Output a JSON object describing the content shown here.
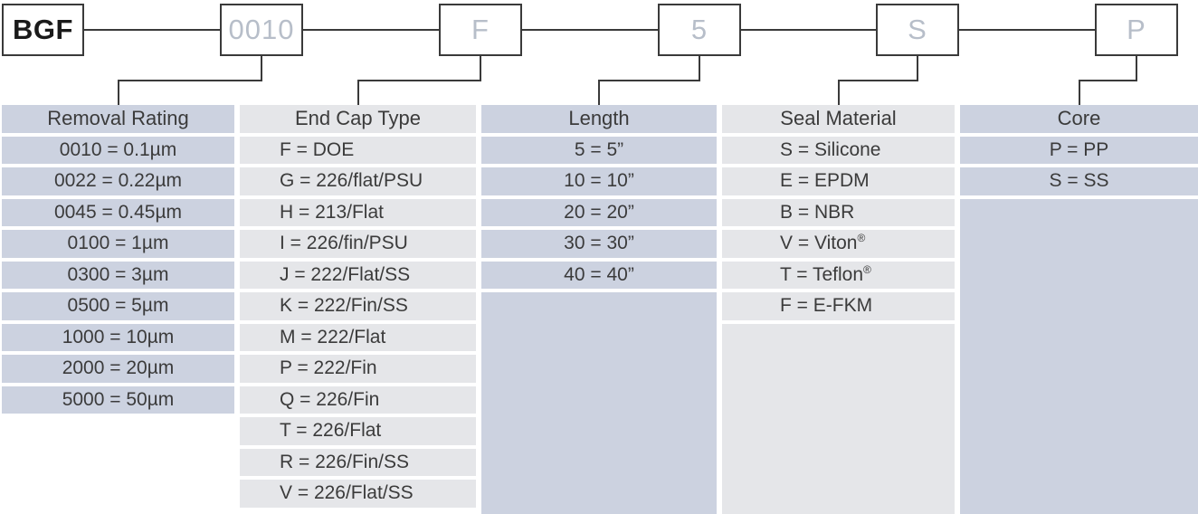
{
  "part_code": {
    "prefix": "BGF",
    "codes": [
      "0010",
      "F",
      "5",
      "S",
      "P"
    ]
  },
  "columns": [
    {
      "header": "Removal Rating",
      "tone": "blue",
      "align": "center",
      "fill_below": false,
      "options": [
        "0010 = 0.1µm",
        "0022 = 0.22µm",
        "0045 = 0.45µm",
        "0100 = 1µm",
        "0300 = 3µm",
        "0500 = 5µm",
        "1000 = 10µm",
        "2000 = 20µm",
        "5000 = 50µm"
      ]
    },
    {
      "header": "End Cap Type",
      "tone": "gray",
      "align": "left",
      "fill_below": false,
      "options": [
        "F = DOE",
        "G = 226/flat/PSU",
        "H = 213/Flat",
        "I = 226/fin/PSU",
        "J = 222/Flat/SS",
        "K = 222/Fin/SS",
        "M = 222/Flat",
        "P = 222/Fin",
        "Q = 226/Fin",
        "T = 226/Flat",
        "R = 226/Fin/SS",
        "V = 226/Flat/SS"
      ]
    },
    {
      "header": "Length",
      "tone": "blue",
      "align": "center",
      "fill_below": true,
      "options": [
        "5 = 5”",
        "10 = 10”",
        "20 = 20”",
        "30 = 30”",
        "40 = 40”"
      ]
    },
    {
      "header": "Seal Material",
      "tone": "gray",
      "align": "left",
      "fill_below": true,
      "options": [
        "S = Silicone",
        "E = EPDM",
        "B = NBR",
        "V = Viton®",
        "T = Teflon®",
        "F = E-FKM"
      ]
    },
    {
      "header": "Core",
      "tone": "blue",
      "align": "center",
      "fill_below": true,
      "options": [
        "P = PP",
        "S = SS"
      ]
    }
  ],
  "colors": {
    "cell_blue": "#ccd2e0",
    "cell_gray": "#e5e6e9",
    "line": "#3a3a3a",
    "code_text": "#b7bec9",
    "table_text": "#3b3b3b",
    "prefix_text": "#1a1a1a",
    "background": "#ffffff"
  }
}
